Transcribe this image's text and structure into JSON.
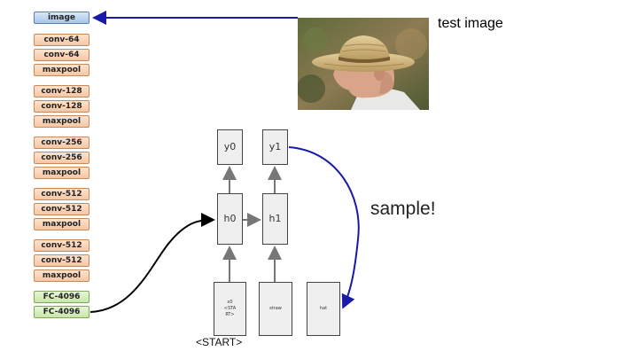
{
  "cnn_layers": {
    "image": "image",
    "conv64_a": "conv-64",
    "conv64_b": "conv-64",
    "pool1": "maxpool",
    "conv128_a": "conv-128",
    "conv128_b": "conv-128",
    "pool2": "maxpool",
    "conv256_a": "conv-256",
    "conv256_b": "conv-256",
    "pool3": "maxpool",
    "conv512_a": "conv-512",
    "conv512_b": "conv-512",
    "pool4": "maxpool",
    "conv512_c": "conv-512",
    "conv512_d": "conv-512",
    "pool5": "maxpool",
    "fc_a": "FC-4096",
    "fc_b": "FC-4096"
  },
  "rnn": {
    "y0": "y0",
    "y1": "y1",
    "h0": "h0",
    "h1": "h1",
    "x0": "x0\n<STA\nRT>",
    "x1": "straw",
    "x2": "hat",
    "start_label": "<START>"
  },
  "labels": {
    "test_image": "test image",
    "sample": "sample!"
  },
  "colors": {
    "image_arrow": "#1a1aa8",
    "sample_arrow": "#1a1aa8",
    "feature_arrow": "#000000"
  }
}
